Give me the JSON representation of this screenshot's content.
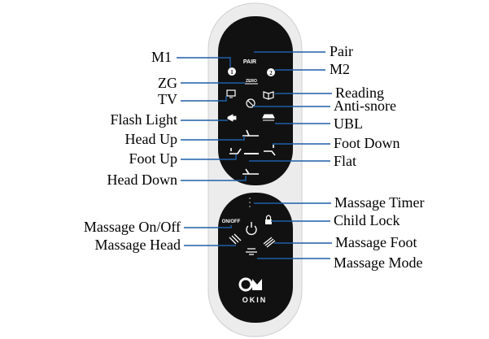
{
  "colors": {
    "remote_shell": "#e9e9e9",
    "remote_panel": "#111111",
    "leader_line": "#1f5fa8",
    "label_text": "#000000",
    "icon": "#ffffff"
  },
  "remote": {
    "pair_button": "PAIR",
    "zero_button": "ZERO",
    "on_off_button": "ON/OFF",
    "m1_button": "1",
    "m2_button": "2",
    "brand": "OKIN"
  },
  "labels": {
    "m1": "M1",
    "zg": "ZG",
    "tv": "TV",
    "flash_light": "Flash Light",
    "head_up": "Head Up",
    "foot_up": "Foot Up",
    "head_down": "Head Down",
    "pair": "Pair",
    "m2": "M2",
    "reading": "Reading",
    "anti_snore": "Anti-snore",
    "ubl": "UBL",
    "foot_down": "Foot Down",
    "flat": "Flat",
    "massage_on_off": "Massage On/Off",
    "massage_head": "Massage Head",
    "massage_timer": "Massage Timer",
    "child_lock": "Child Lock",
    "massage_foot": "Massage Foot",
    "massage_mode": "Massage Mode"
  },
  "icons": {
    "m1": "number-one-circle-icon",
    "m2": "number-two-circle-icon",
    "zg": "zero-gravity-icon",
    "tv": "tv-icon",
    "flash_light": "flashlight-icon",
    "reading": "book-icon",
    "anti_snore": "no-snore-icon",
    "ubl": "under-bed-light-icon",
    "head_up": "head-up-bed-icon",
    "foot_up": "foot-up-bed-icon",
    "foot_down": "foot-down-bed-icon",
    "flat": "flat-bed-icon",
    "head_down": "head-down-bed-icon",
    "massage_timer": "timer-icon",
    "child_lock": "lock-icon",
    "massage_head": "massage-head-icon",
    "massage_foot": "massage-foot-icon",
    "massage_mode": "massage-mode-icon",
    "okin_logo": "okin-logo-icon"
  }
}
